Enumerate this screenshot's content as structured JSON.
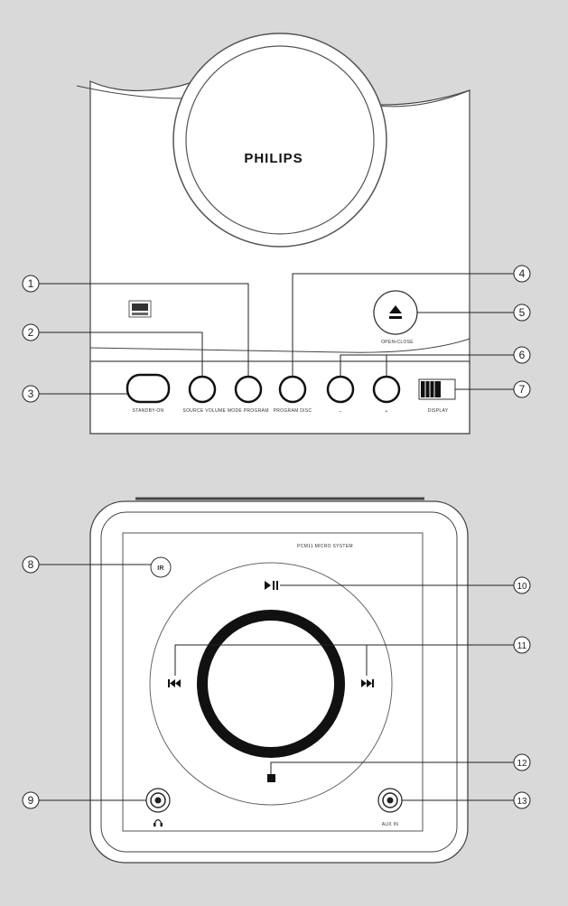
{
  "brand": "PHILIPS",
  "model_label": "PCM11 MICRO SYSTEM",
  "labels": {
    "standby_on": "STANDBY-ON",
    "source_row": "SOURCE  VOLUME  MODE  PROGRAM",
    "program_disc": "PROGRAM  DISC",
    "minus": "–",
    "plus": "+",
    "display": "DISPLAY",
    "open_close": "OPEN•CLOSE",
    "ir": "IR",
    "aux_in": "AUX IN"
  },
  "callouts": [
    "1",
    "2",
    "3",
    "4",
    "5",
    "6",
    "7",
    "8",
    "9",
    "10",
    "11",
    "12",
    "13"
  ],
  "icons": {
    "eject": "eject-icon",
    "play_pause": "play-pause-icon",
    "prev": "previous-track-icon",
    "next": "next-track-icon",
    "stop": "stop-icon",
    "headphones": "headphones-icon"
  }
}
